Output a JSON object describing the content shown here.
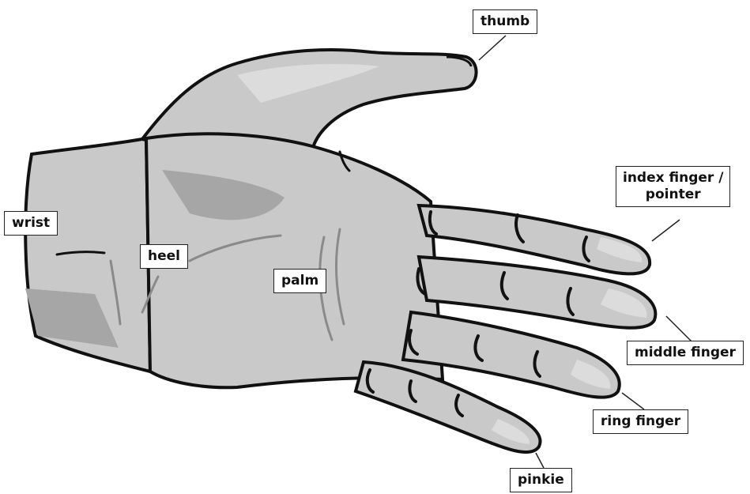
{
  "labels": {
    "thumb": "thumb",
    "index_line1": "index finger /",
    "index_line2": "pointer",
    "middle": "middle finger",
    "ring": "ring finger",
    "pinkie": "pinkie",
    "wrist": "wrist",
    "heel": "heel",
    "palm": "palm"
  },
  "colors": {
    "skin": "#c9c9c9",
    "skin_light": "#dcdcdc",
    "shadow": "#a6a6a6",
    "outline": "#111111",
    "leader": "#222222"
  }
}
